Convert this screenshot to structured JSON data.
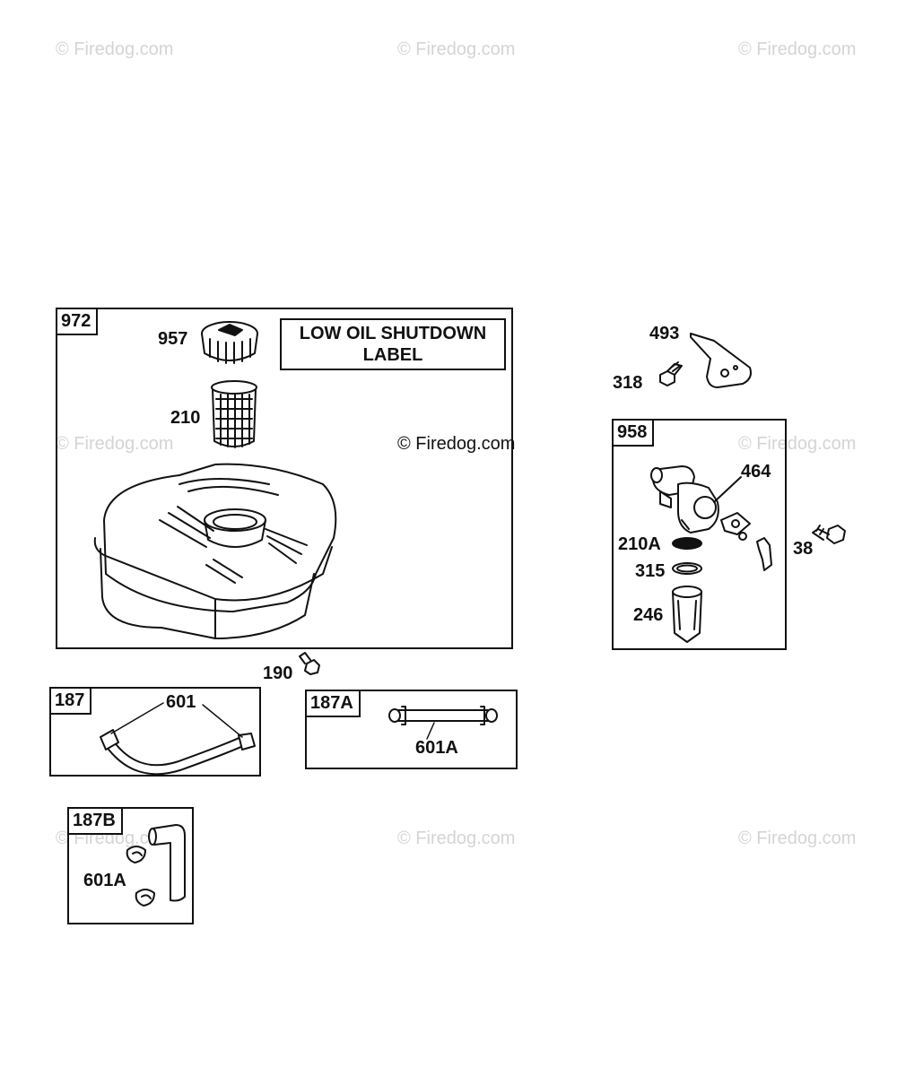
{
  "watermark": "© Firedog.com",
  "callouts": {
    "c957": "957",
    "c210": "210",
    "c493": "493",
    "c318": "318",
    "c464": "464",
    "c210a": "210A",
    "c315": "315",
    "c246": "246",
    "c38": "38",
    "c190": "190",
    "c601": "601",
    "c601a_187a": "601A",
    "c601a_187b": "601A"
  },
  "boxes": {
    "b972": "972",
    "b958": "958",
    "b187": "187",
    "b187a": "187A",
    "b187b": "187B"
  },
  "label_box": {
    "line1": "LOW OIL SHUTDOWN",
    "line2": "LABEL"
  }
}
